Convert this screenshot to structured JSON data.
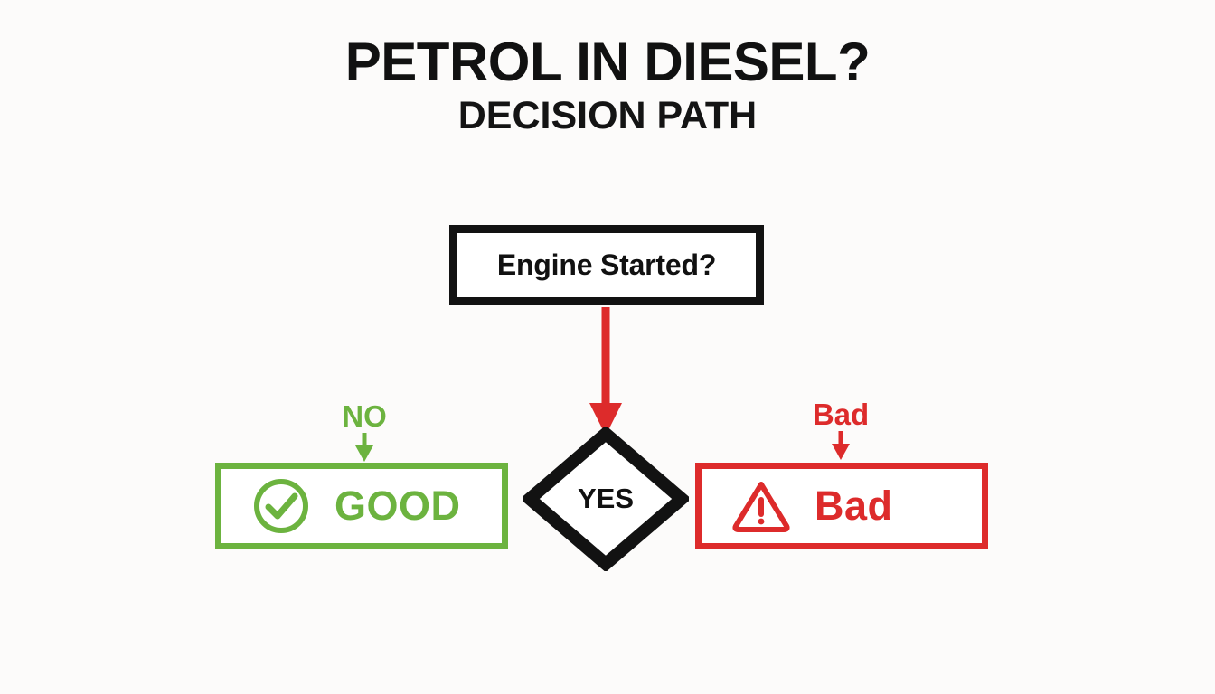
{
  "page": {
    "background_color": "#fcfbfa"
  },
  "title": {
    "main": "PETROL IN DIESEL?",
    "sub": "DECISION PATH"
  },
  "flowchart": {
    "question_node": {
      "label": "Engine Started?",
      "shape": "rectangle",
      "border_color": "#121212",
      "fill_color": "#ffffff"
    },
    "connector": {
      "from": "Engine Started?",
      "to": "YES",
      "color": "#dd2b2b",
      "direction": "down",
      "icon": "down-arrow-icon"
    },
    "decision_node": {
      "label": "YES",
      "shape": "diamond",
      "border_color": "#121212",
      "fill_color": "#ffffff"
    },
    "branches": [
      {
        "key": "no",
        "edge_label": "NO",
        "edge_color": "#6cb33f",
        "arrow_icon": "down-arrow-icon",
        "outcome_label": "GOOD",
        "outcome_icon": "check-circle-icon",
        "outcome_color": "#6cb33f"
      },
      {
        "key": "bad",
        "edge_label": "Bad",
        "edge_color": "#dd2b2b",
        "arrow_icon": "down-arrow-icon",
        "outcome_label": "Bad",
        "outcome_icon": "warning-triangle-icon",
        "outcome_color": "#dd2b2b"
      }
    ]
  }
}
